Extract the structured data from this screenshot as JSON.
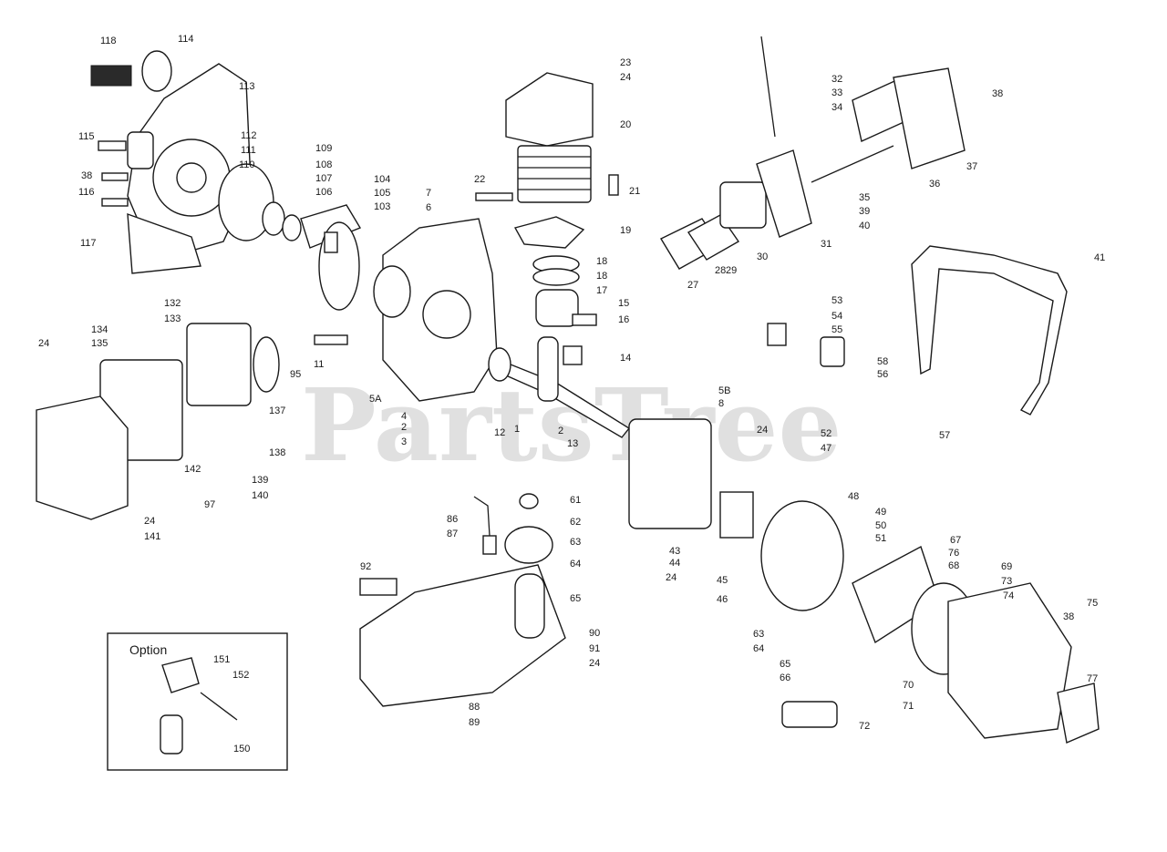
{
  "watermark": "PartsTree",
  "option_box": {
    "title": "Option",
    "parts": [
      "151",
      "152",
      "150"
    ]
  },
  "part_labels": [
    "118",
    "114",
    "113",
    "115",
    "38",
    "116",
    "117",
    "112",
    "111",
    "110",
    "109",
    "108",
    "107",
    "106",
    "104",
    "105",
    "103",
    "7",
    "6",
    "23",
    "24",
    "20",
    "22",
    "21",
    "19",
    "18",
    "18",
    "17",
    "15",
    "16",
    "14",
    "32",
    "33",
    "34",
    "35",
    "39",
    "40",
    "36",
    "37",
    "38",
    "31",
    "28",
    "27",
    "29",
    "30",
    "41",
    "132",
    "133",
    "134",
    "135",
    "24",
    "95",
    "11",
    "5A",
    "4",
    "2",
    "3",
    "12",
    "1",
    "2",
    "13",
    "53",
    "54",
    "55",
    "58",
    "56",
    "57",
    "5B",
    "8",
    "24",
    "52",
    "47",
    "137",
    "138",
    "142",
    "139",
    "140",
    "97",
    "24",
    "141",
    "61",
    "62",
    "63",
    "64",
    "65",
    "86",
    "87",
    "92",
    "90",
    "91",
    "24",
    "88",
    "89",
    "43",
    "44",
    "24",
    "45",
    "46",
    "48",
    "49",
    "50",
    "51",
    "67",
    "76",
    "68",
    "69",
    "73",
    "74",
    "75",
    "38",
    "63",
    "64",
    "65",
    "66",
    "70",
    "71",
    "72",
    "77"
  ]
}
